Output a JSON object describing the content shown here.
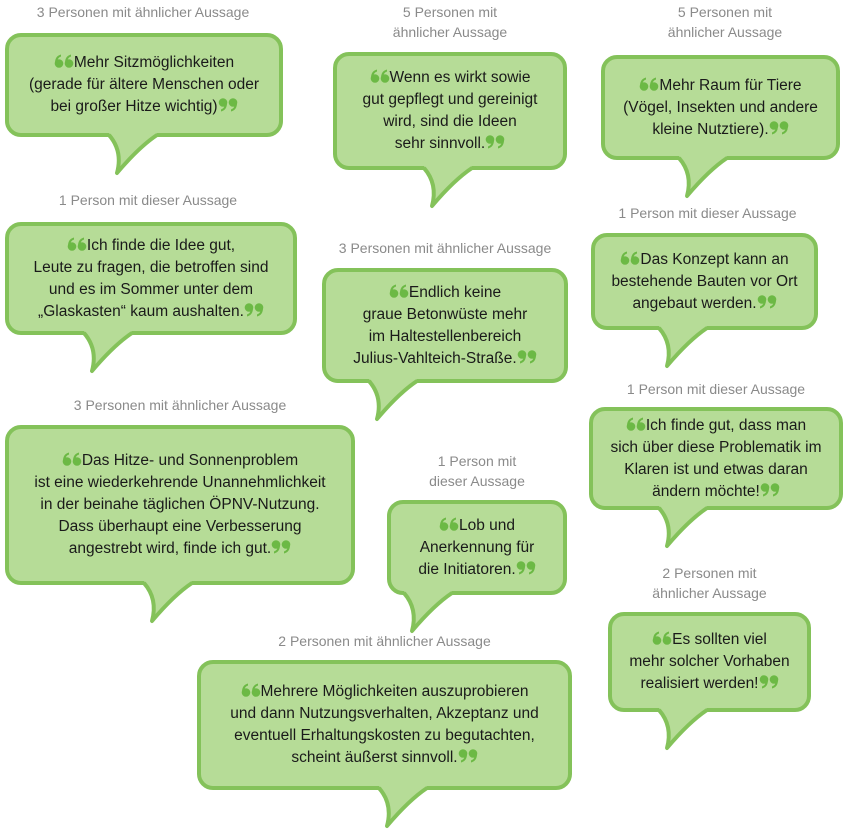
{
  "colors": {
    "bubble_fill": "#b6dc97",
    "bubble_border": "#84c25a",
    "quote_mark": "#6cb945",
    "label": "#8a8a8a"
  },
  "bubbles": [
    {
      "count_label": "3 Personen mit ähnlicher Aussage",
      "text": "Mehr Sitzmöglichkeiten\n(gerade für ältere Menschen oder\nbei großer Hitze wichtig)"
    },
    {
      "count_label": "5 Personen mit\nähnlicher Aussage",
      "text": "Wenn es wirkt sowie\ngut gepflegt und gereinigt\nwird, sind die Ideen\nsehr sinnvoll."
    },
    {
      "count_label": "5 Personen mit\nähnlicher Aussage",
      "text": "Mehr Raum für Tiere\n(Vögel, Insekten und andere\nkleine Nutztiere)."
    },
    {
      "count_label": "1 Person mit dieser Aussage",
      "text": "Ich finde die Idee gut,\nLeute zu fragen, die betroffen sind\nund es im Sommer unter dem\n„Glaskasten“ kaum aushalten."
    },
    {
      "count_label": "3 Personen mit ähnlicher Aussage",
      "text": "Endlich keine\ngraue Betonwüste mehr\nim Haltestellenbereich\nJulius-Vahlteich-Straße."
    },
    {
      "count_label": "1 Person mit dieser Aussage",
      "text": "Das Konzept kann an\nbestehende Bauten vor Ort\nangebaut werden."
    },
    {
      "count_label": "1 Person mit dieser Aussage",
      "text": "Ich finde gut, dass man\nsich über diese Problematik im\nKlaren ist und etwas daran\nändern möchte!"
    },
    {
      "count_label": "3 Personen mit ähnlicher Aussage",
      "text": "Das Hitze- und Sonnenproblem\nist eine wiederkehrende Unannehmlichkeit\nin der beinahe täglichen ÖPNV-Nutzung.\nDass überhaupt eine Verbesserung\nangestrebt wird, finde ich gut."
    },
    {
      "count_label": "1 Person mit\ndieser Aussage",
      "text": "Lob und\nAnerkennung für\ndie Initiatoren."
    },
    {
      "count_label": "2 Personen mit\nähnlicher Aussage",
      "text": "Es sollten viel\nmehr solcher Vorhaben\nrealisiert werden!"
    },
    {
      "count_label": "2 Personen mit ähnlicher Aussage",
      "text": "Mehrere Möglichkeiten auszuprobieren\nund dann Nutzungsverhalten, Akzeptanz und\neventuell Erhaltungskosten zu begutachten,\nscheint äußerst sinnvoll."
    }
  ]
}
